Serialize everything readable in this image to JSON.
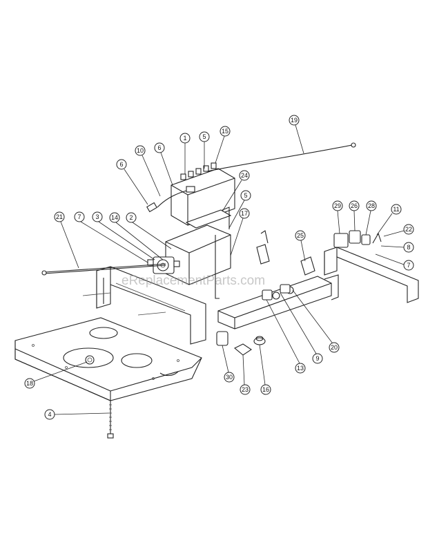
{
  "watermark": "eReplacementParts.com",
  "callouts": [
    {
      "label": "1",
      "part": "battery-terminal-bolt"
    },
    {
      "label": "5",
      "part": "terminal-nut"
    },
    {
      "label": "15",
      "part": "positive-terminal-cover"
    },
    {
      "label": "19",
      "part": "battery-cable-positive"
    },
    {
      "label": "10",
      "part": "battery-cable-negative"
    },
    {
      "label": "6",
      "part": "battery-hold-down"
    },
    {
      "label": "6",
      "part": "battery-boot"
    },
    {
      "label": "24",
      "part": "battery-strap"
    },
    {
      "label": "5",
      "part": "strap-nut"
    },
    {
      "label": "17",
      "part": "battery-tray-bracket"
    },
    {
      "label": "21",
      "part": "ground-cable"
    },
    {
      "label": "7",
      "part": "relay-nut"
    },
    {
      "label": "3",
      "part": "solenoid"
    },
    {
      "label": "14",
      "part": "solenoid-bracket"
    },
    {
      "label": "2",
      "part": "battery-tray"
    },
    {
      "label": "25",
      "part": "connector"
    },
    {
      "label": "29",
      "part": "switch-housing"
    },
    {
      "label": "26",
      "part": "ignition-switch"
    },
    {
      "label": "28",
      "part": "key"
    },
    {
      "label": "11",
      "part": "switch-bracket"
    },
    {
      "label": "22",
      "part": "wire-harness-clip"
    },
    {
      "label": "8",
      "part": "screw"
    },
    {
      "label": "7",
      "part": "lock-nut"
    },
    {
      "label": "18",
      "part": "seat-grommet"
    },
    {
      "label": "4",
      "part": "seat-bolt"
    },
    {
      "label": "30",
      "part": "safety-switch"
    },
    {
      "label": "23",
      "part": "bezel"
    },
    {
      "label": "16",
      "part": "knob"
    },
    {
      "label": "13",
      "part": "pto-switch"
    },
    {
      "label": "9",
      "part": "switch-clip"
    },
    {
      "label": "20",
      "part": "control-panel"
    }
  ]
}
